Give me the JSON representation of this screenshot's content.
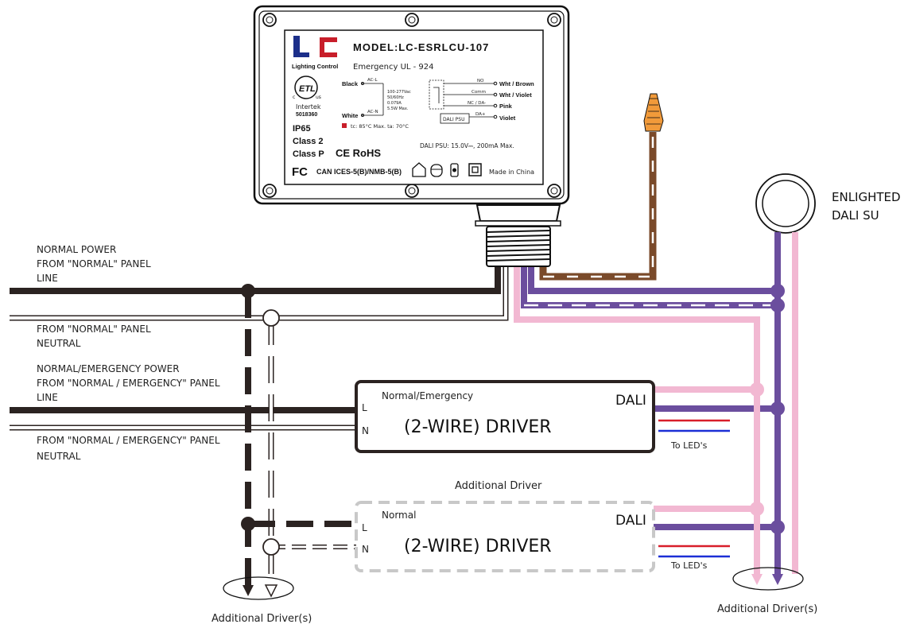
{
  "colors": {
    "line": "#2b2321",
    "neutral": "#ffffff",
    "dali_pos": "#6b4e9e",
    "dali_neg": "#f2b8d2",
    "brown": "#7a4a2a",
    "orange": "#f19a3a",
    "led_red": "#d81e2a",
    "led_blue": "#1c2fd6",
    "additional_dash": "#c8c8c8"
  },
  "controller": {
    "model": "MODEL:LC-ESRLCU-107",
    "subtitle": "Emergency UL - 924",
    "logo_letters": "LC",
    "logo_text": "Lighting Control",
    "cert_etl": "ETL",
    "cert_c": "c",
    "cert_us": "us",
    "intertek": "Intertek",
    "intertek_no": "5018360",
    "ip": "IP65",
    "class2": "Class 2",
    "classp": "Class P",
    "ce_rohs": "CE RoHS",
    "fcc": "FC",
    "ices": "CAN ICES-5(B)/NMB-5(B)",
    "made_in": "Made in China",
    "black": "Black",
    "white": "White",
    "acl": "AC-L",
    "acn": "AC-N",
    "rating1": "100-277Vac",
    "rating2": "50/60Hz",
    "rating3": "0.079A",
    "rating4": "5.5W Max.",
    "tc": "tc: 85°C Max.  ta: 70°C",
    "no": "NO",
    "comm": "Comm",
    "nc": "NC / DA-",
    "daplus": "DA+",
    "wht_brown": "Wht / Brown",
    "wht_violet": "Wht / Violet",
    "pink": "Pink",
    "violet": "Violet",
    "dali_psu_box": "DALI PSU",
    "dali_psu": "DALI PSU: 15.0V⎓, 200mA Max."
  },
  "sensor": {
    "line1": "ENLIGHTED",
    "line2": "DALI SU"
  },
  "sources": {
    "normal_line1": "NORMAL POWER",
    "normal_line2": "FROM \"NORMAL\" PANEL",
    "normal_line3": "LINE",
    "normal_neutral1": "FROM \"NORMAL\" PANEL",
    "normal_neutral2": "NEUTRAL",
    "emerg_line1": "NORMAL/EMERGENCY POWER",
    "emerg_line2": "FROM \"NORMAL / EMERGENCY\" PANEL",
    "emerg_line3": "LINE",
    "emerg_neutral1": "FROM \"NORMAL / EMERGENCY\" PANEL",
    "emerg_neutral2": "NEUTRAL"
  },
  "driver1": {
    "mode": "Normal/Emergency",
    "title": "(2-WIRE) DRIVER",
    "dali": "DALI",
    "l": "L",
    "n": "N",
    "to_leds": "To LED's"
  },
  "driver2": {
    "caption": "Additional Driver",
    "mode": "Normal",
    "title": "(2-WIRE) DRIVER",
    "dali": "DALI",
    "l": "L",
    "n": "N",
    "to_leds": "To LED's"
  },
  "additional_left": "Additional Driver(s)",
  "additional_right": "Additional Driver(s)"
}
